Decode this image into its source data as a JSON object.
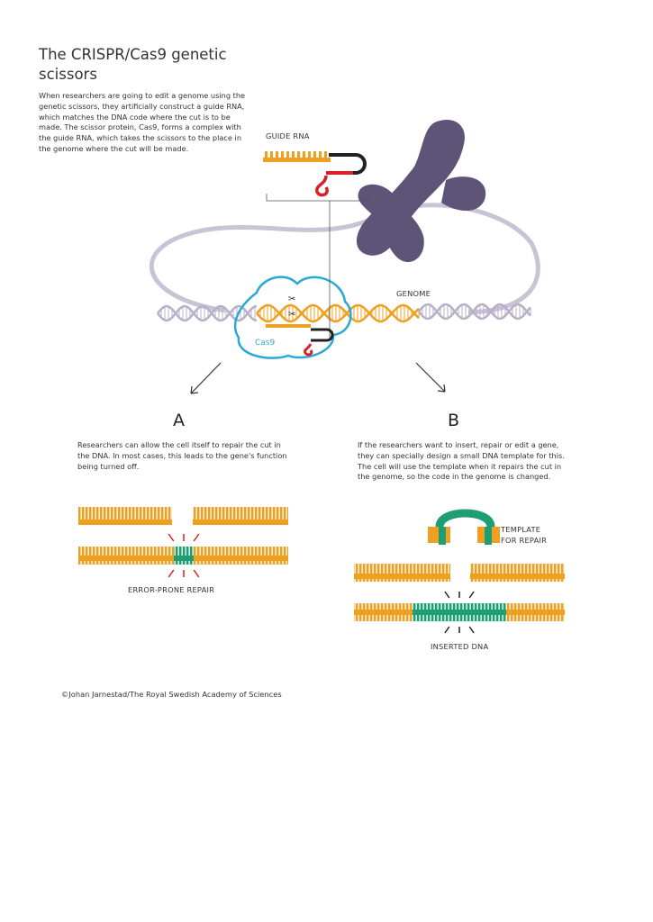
{
  "title": "The CRISPR/Cas9 genetic scissors",
  "intro": "When researchers are going to edit a genome using the genetic scissors, they artificially construct a guide RNA, which matches the DNA code where the cut is to be made. The scissor protein, Cas9, forms a complex with the guide RNA, which takes the scissors to the place in the genome where the cut will be made.",
  "labels": {
    "guide_rna": "GUIDE RNA",
    "genome": "GENOME",
    "cas9": "Cas9"
  },
  "panel_a": {
    "letter": "A",
    "text": "Researchers can allow the cell itself to repair the cut in the DNA. In most cases, this leads to the gene's function being turned off.",
    "label": "ERROR-PRONE REPAIR"
  },
  "panel_b": {
    "letter": "B",
    "text": "If the researchers want to insert, repair or edit a gene, they can specially design a small DNA template for this. The cell will use the template when it repairs the cut in the genome, so the code in the genome is changed.",
    "label_template_1": "TEMPLATE",
    "label_template_2": "FOR REPAIR",
    "label": "INSERTED DNA"
  },
  "credit": "©Johan Jarnestad/The Royal Swedish Academy of Sciences",
  "colors": {
    "dna": "#f0a020",
    "green": "#1f9e74",
    "purple": "#5d5478",
    "cas9": "#29a9d6",
    "red": "#d8202a"
  }
}
